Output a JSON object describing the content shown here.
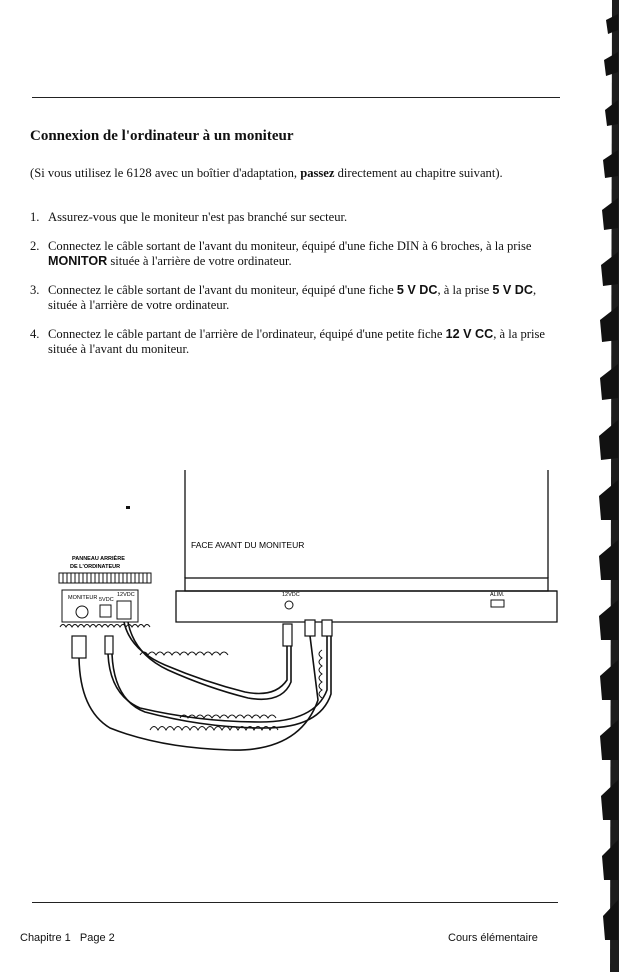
{
  "heading": "Connexion de l'ordinateur à un moniteur",
  "intro": {
    "before": "(Si vous utilisez le 6128 avec un boîtier d'adaptation, ",
    "bold": "passez",
    "after": " directement au chapitre suivant)."
  },
  "steps": [
    {
      "num": "1.",
      "text": "Assurez-vous que le moniteur n'est pas branché sur secteur."
    },
    {
      "num": "2.",
      "a": "Connectez le câble sortant de l'avant du moniteur, équipé d'une fiche DIN à 6 broches, à la prise ",
      "b": "MONITOR",
      "c": " située à l'arrière de votre ordinateur."
    },
    {
      "num": "3.",
      "a": "Connectez le câble sortant de l'avant du moniteur, équipé d'une fiche ",
      "b": "5 V DC",
      "c": ", à la prise ",
      "d": "5 V DC",
      "e": ", située à l'arrière de votre ordinateur."
    },
    {
      "num": "4.",
      "a": "Connectez le câble partant de l'arrière de l'ordinateur, équipé d'une petite fiche ",
      "b": "12 V CC",
      "c": ", à la prise située à l'avant du moniteur."
    }
  ],
  "diagram": {
    "monitor_front_label": "FACE AVANT DU MONITEUR",
    "monitor_12vdc_label": "12VDC",
    "monitor_power_label": "ALIM.",
    "computer_panel_label_1": "PANNEAU ARRIÈRE",
    "computer_panel_label_2": "DE L'ORDINATEUR",
    "port_monitor_label": "MONITEUR",
    "port_5vdc_label": "5VDC",
    "port_12vdc_label": "12VDC"
  },
  "footer": {
    "left": "Chapitre 1   Page 2",
    "right": "Cours élémentaire"
  }
}
